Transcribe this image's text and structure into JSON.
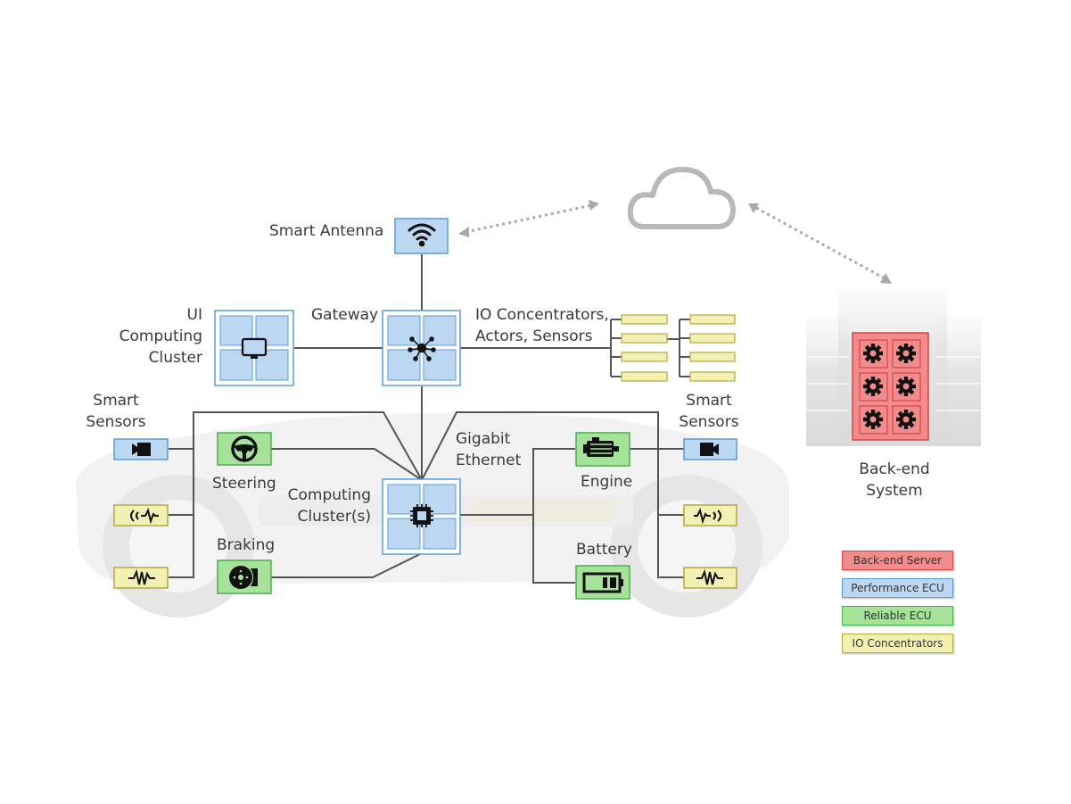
{
  "colors": {
    "backend_fill": "#f28b8b",
    "backend_border": "#d64545",
    "perf_fill": "#bcd7f2",
    "perf_border": "#5b9bd5",
    "reliable_fill": "#a7e29a",
    "reliable_border": "#4caf50",
    "io_fill": "#f3f0b4",
    "io_border": "#b5a93c",
    "line": "#555555",
    "dotted": "#a8a8a8",
    "cloud": "#b8b8b8"
  },
  "labels": {
    "smart_antenna": "Smart Antenna",
    "ui_cluster": [
      "UI",
      "Computing",
      "Cluster"
    ],
    "gateway": "Gateway",
    "io_concentrators": [
      "IO Concentrators,",
      "Actors, Sensors"
    ],
    "smart_sensors_left": [
      "Smart",
      "Sensors"
    ],
    "smart_sensors_right": [
      "Smart",
      "Sensors"
    ],
    "gigabit_ethernet": [
      "Gigabit",
      "Ethernet"
    ],
    "steering": "Steering",
    "computing_cluster": [
      "Computing",
      "Cluster(s)"
    ],
    "engine": "Engine",
    "braking": "Braking",
    "battery": "Battery",
    "backend_system": [
      "Back-end",
      "System"
    ]
  },
  "legend": [
    {
      "key": "backend",
      "label": "Back-end Server"
    },
    {
      "key": "perf",
      "label": "Performance ECU"
    },
    {
      "key": "reliable",
      "label": "Reliable ECU"
    },
    {
      "key": "io",
      "label": "IO Concentrators"
    }
  ],
  "icons": {
    "antenna": "wifi-icon",
    "ui_cluster": "monitor-icon",
    "gateway": "hub-icon",
    "computing": "chip-icon",
    "steering": "steering-wheel-icon",
    "braking": "brake-disc-icon",
    "engine": "motor-icon",
    "battery": "battery-icon",
    "camera": "camera-icon",
    "radar": "radar-wave-icon",
    "waveform": "waveform-icon",
    "gear": "gear-icon",
    "cloud": "cloud-icon"
  }
}
